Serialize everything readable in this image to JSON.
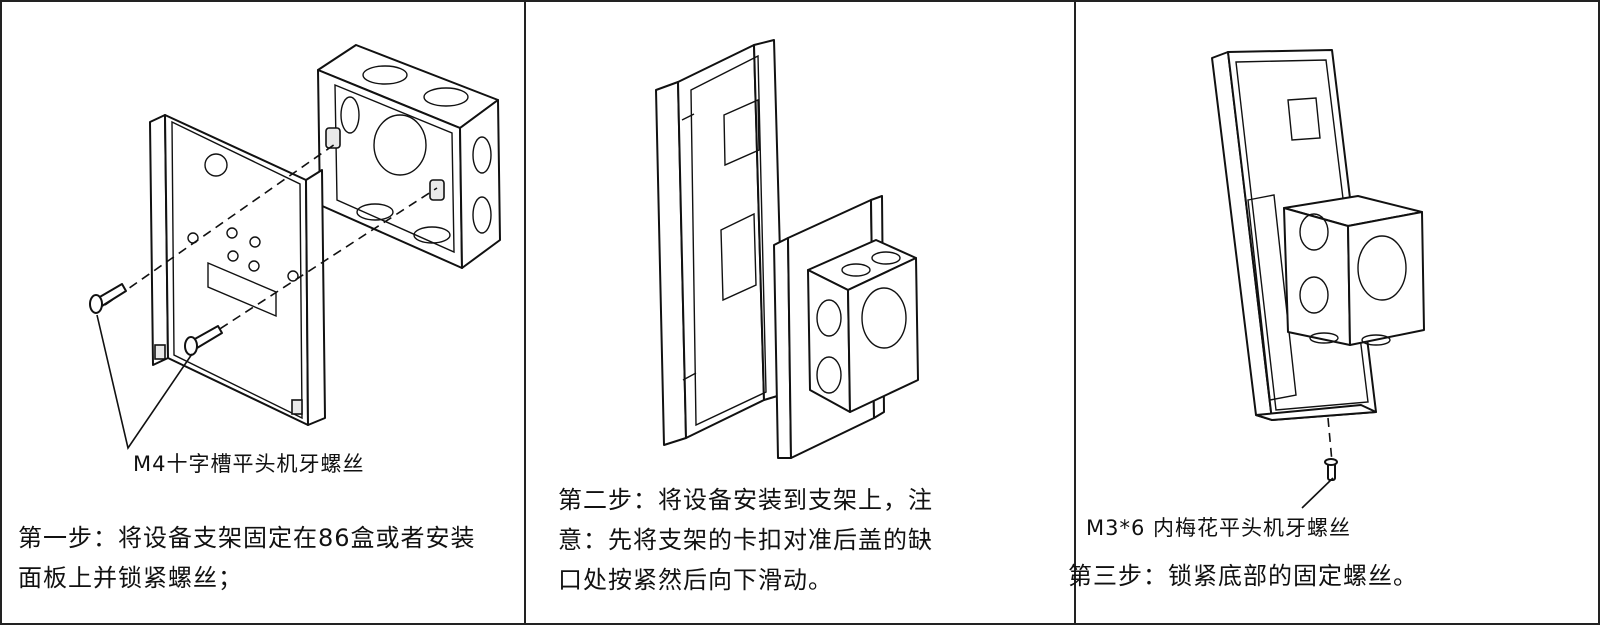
{
  "steps": [
    {
      "part_label": "M4十字槽平头机牙螺丝",
      "text_line1": "第一步：将设备支架固定在86盒或者安装",
      "text_line2": "面板上并锁紧螺丝；"
    },
    {
      "part_label": "",
      "text_line1": "第二步：将设备安装到支架上，注",
      "text_line2": "意：先将支架的卡扣对准后盖的缺",
      "text_line3": "口处按紧然后向下滑动。"
    },
    {
      "part_label": "M3*6 内梅花平头机牙螺丝",
      "text_line1": "第三步：锁紧底部的固定螺丝。"
    }
  ]
}
